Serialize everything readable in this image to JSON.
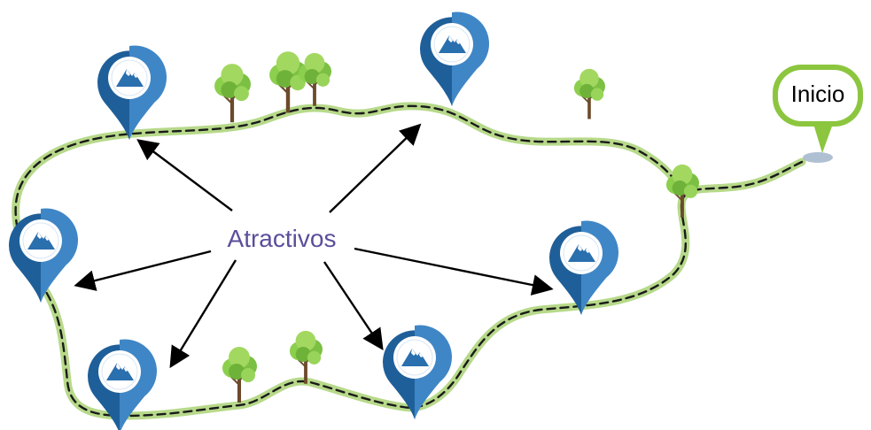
{
  "start_label": "Inicio",
  "center_label": "Atractivos",
  "pins": [
    {
      "id": "pin-1"
    },
    {
      "id": "pin-2"
    },
    {
      "id": "pin-3"
    },
    {
      "id": "pin-4"
    },
    {
      "id": "pin-5"
    },
    {
      "id": "pin-6"
    }
  ],
  "colors": {
    "path_fill": "#b7d98a",
    "path_dash": "#1a1a1a",
    "pin_dark": "#1f5f99",
    "pin_light": "#3f86c6",
    "mountain": "#2a6fae",
    "start_border": "#8cc63f",
    "center_text": "#5a4f9b",
    "arrow": "#000000"
  }
}
